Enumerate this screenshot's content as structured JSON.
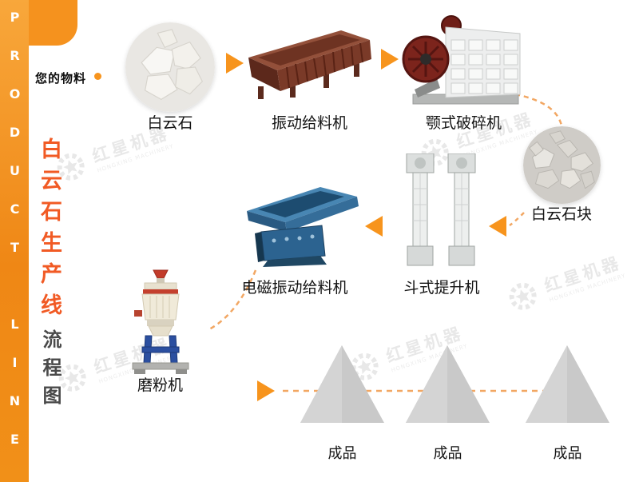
{
  "sidebar": {
    "vertical_text": "PRODUCT LINE"
  },
  "intro": {
    "material_tag": "您的物料"
  },
  "title": {
    "main": "白云石生产线",
    "sub": "流程图"
  },
  "watermark": {
    "text": "红星机器",
    "subtext": "HONGXING MACHINERY"
  },
  "nodes": {
    "dolomite": {
      "label": "白云石"
    },
    "vibrating_feeder": {
      "label": "振动给料机"
    },
    "jaw_crusher": {
      "label": "颚式破碎机"
    },
    "dolomite_lumps": {
      "label": "白云石块"
    },
    "bucket_elevator": {
      "label": "斗式提升机"
    },
    "electromagnetic_feeder": {
      "label": "电磁振动给料机"
    },
    "grinding_mill": {
      "label": "磨粉机"
    }
  },
  "products": [
    "成品",
    "成品",
    "成品"
  ],
  "colors": {
    "accent_orange": "#f7941d",
    "title_orange": "#f15a24",
    "dashed_line": "#f2a763",
    "pile_gray": "#c9c9c9",
    "feeder_brown": "#7a3a28",
    "crusher_wheel_red": "#7c241c",
    "feeder_blue": "#2c6390",
    "mill_stand_blue": "#2b4fa0"
  }
}
